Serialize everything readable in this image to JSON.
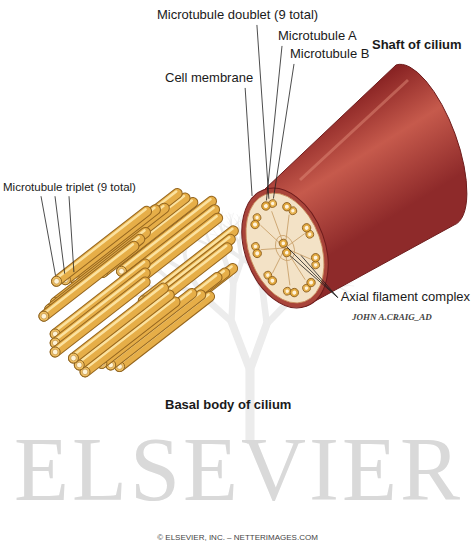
{
  "diagram": {
    "labels": [
      "Microtubule doublet (9 total)",
      "Shaft of cilium",
      "Microtubule A",
      "Microtubule B",
      "Cell membrane",
      "Microtubule triplet (9 total)",
      "Axial filament complex",
      "JOHN A.CRAIG_AD",
      "Basal body of cilium",
      "ELSEVIER",
      "© ELSEVIER, INC. – NETTERIMAGES.COM"
    ]
  }
}
